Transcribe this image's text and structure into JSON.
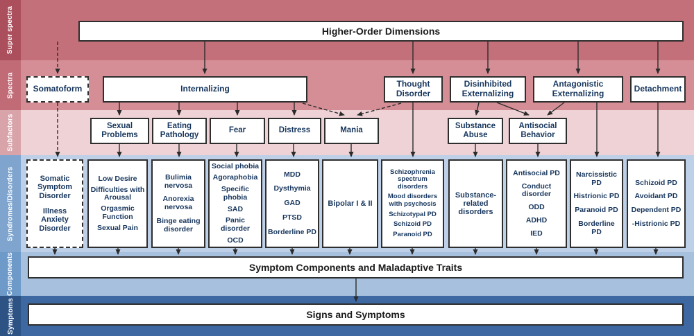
{
  "palette": {
    "superspectra_band": "#c4707a",
    "superspectra_strip": "#aa4f5b",
    "spectra_band": "#d58e96",
    "spectra_strip": "#c06b76",
    "subfactors_band": "#eed2d5",
    "subfactors_strip": "#d8a4aa",
    "syndromes_band": "#bdd0e7",
    "syndromes_strip": "#7fa5cf",
    "components_band": "#a6c0de",
    "components_strip": "#6e9ac9",
    "symptoms_band": "#3d68a2",
    "symptoms_strip": "#2d5385",
    "box_text": "#17365d",
    "connector_line": "#2b2b2b"
  },
  "row_labels": {
    "superspectra": "Super spectra",
    "spectra": "Spectra",
    "subfactors": "Subfactors",
    "syndromes": "Syndromes/Disorders",
    "components": "Components",
    "symptoms": "Symptoms"
  },
  "superspectra": {
    "title": "Higher-Order Dimensions"
  },
  "spectra": {
    "somatoform": "Somatoform",
    "internalizing": "Internalizing",
    "thought_disorder": "Thought Disorder",
    "disinhibited_externalizing": "Disinhibited Externalizing",
    "antagonistic_externalizing": "Antagonistic Externalizing",
    "detachment": "Detachment"
  },
  "subfactors": {
    "sexual_problems": "Sexual Problems",
    "eating_pathology": "Eating Pathology",
    "fear": "Fear",
    "distress": "Distress",
    "mania": "Mania",
    "substance_abuse": "Substance Abuse",
    "antisocial_behavior": "Antisocial Behavior"
  },
  "syndromes": {
    "somatoform": [
      "Somatic Symptom Disorder",
      "Illness Anxiety Disorder"
    ],
    "sexual_problems": [
      "Low Desire",
      "Difficulties with Arousal",
      "Orgasmic Function",
      "Sexual Pain"
    ],
    "eating_pathology": [
      "Bulimia nervosa",
      "Anorexia nervosa",
      "Binge eating disorder"
    ],
    "fear": [
      "Social phobia",
      "Agoraphobia",
      "Specific phobia",
      "SAD",
      "Panic disorder",
      "OCD"
    ],
    "distress": [
      "MDD",
      "Dysthymia",
      "GAD",
      "PTSD",
      "Borderline PD"
    ],
    "mania": [
      "Bipolar I & II"
    ],
    "thought_disorder": [
      "Schizophrenia spectrum disorders",
      "Mood disorders with psychosis",
      "Schizotypal PD",
      "Schizoid PD",
      "Paranoid PD"
    ],
    "substance_abuse": [
      "Substance-related disorders"
    ],
    "antisocial_behavior": [
      "Antisocial PD",
      "Conduct disorder",
      "ODD",
      "ADHD",
      "IED"
    ],
    "antagonistic": [
      "Narcissistic PD",
      "Histrionic PD",
      "Paranoid PD",
      "Borderline PD"
    ],
    "detachment": [
      "Schizoid PD",
      "Avoidant PD",
      "Dependent PD",
      "-Histrionic PD"
    ]
  },
  "components": {
    "title": "Symptom Components and Maladaptive Traits"
  },
  "symptoms": {
    "title": "Signs and Symptoms"
  }
}
